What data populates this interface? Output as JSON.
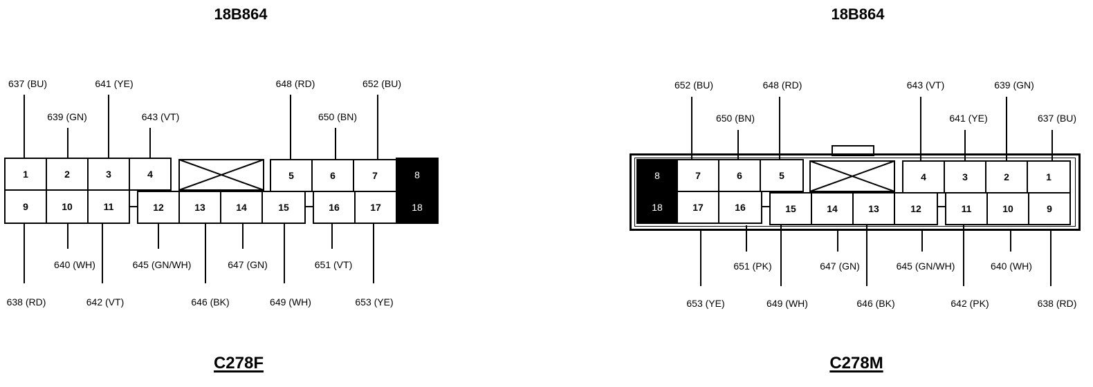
{
  "female": {
    "part_number": "18B864",
    "connector_name": "C278F",
    "cavities": {
      "c1": "1",
      "c2": "2",
      "c3": "3",
      "c4": "4",
      "c5": "5",
      "c6": "6",
      "c7": "7",
      "c8": "8",
      "c9": "9",
      "c10": "10",
      "c11": "11",
      "c12": "12",
      "c13": "13",
      "c14": "14",
      "c15": "15",
      "c16": "16",
      "c17": "17",
      "c18": "18"
    },
    "wires": {
      "w637": "637 (BU)",
      "w641": "641 (YE)",
      "w639": "639 (GN)",
      "w643": "643 (VT)",
      "w648": "648 (RD)",
      "w652": "652 (BU)",
      "w650": "650 (BN)",
      "w640": "640 (WH)",
      "w645": "645 (GN/WH)",
      "w647": "647 (GN)",
      "w651": "651 (VT)",
      "w638": "638 (RD)",
      "w642": "642 (VT)",
      "w646": "646 (BK)",
      "w649": "649 (WH)",
      "w653": "653 (YE)"
    }
  },
  "male": {
    "part_number": "18B864",
    "connector_name": "C278M",
    "cavities": {
      "c1": "1",
      "c2": "2",
      "c3": "3",
      "c4": "4",
      "c5": "5",
      "c6": "6",
      "c7": "7",
      "c8": "8",
      "c9": "9",
      "c10": "10",
      "c11": "11",
      "c12": "12",
      "c13": "13",
      "c14": "14",
      "c15": "15",
      "c16": "16",
      "c17": "17",
      "c18": "18"
    },
    "wires": {
      "w652": "652 (BU)",
      "w648": "648 (RD)",
      "w643": "643 (VT)",
      "w639": "639 (GN)",
      "w650": "650 (BN)",
      "w641": "641 (YE)",
      "w637": "637 (BU)",
      "w651": "651 (PK)",
      "w647": "647 (GN)",
      "w645": "645 (GN/WH)",
      "w640": "640 (WH)",
      "w653": "653 (YE)",
      "w649": "649 (WH)",
      "w646": "646 (BK)",
      "w642": "642 (PK)",
      "w638": "638 (RD)"
    }
  }
}
